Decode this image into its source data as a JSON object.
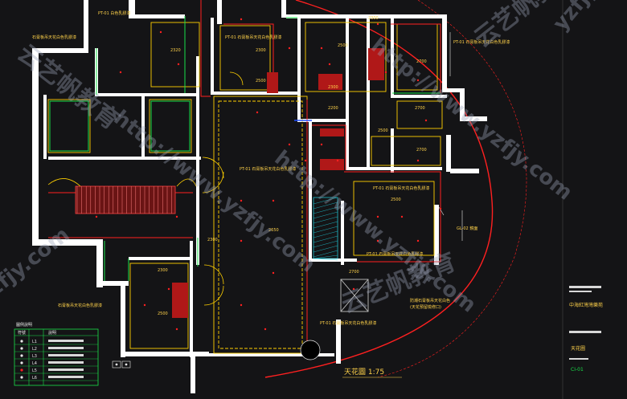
{
  "drawing": {
    "title": "天花圖 1:75",
    "scale_label": "1:75",
    "project_label": "中海紅灣灣樂苑",
    "sheet_label": "天花圖",
    "sheet_code": "CI-01"
  },
  "ceiling_heights": {
    "h1": "2320",
    "h2": "2300",
    "h3": "2500",
    "h4": "2500",
    "h5": "2700",
    "h6": "2700",
    "h7": "2300",
    "h8": "2500",
    "h9": "2700",
    "h10": "2650",
    "h11": "2500",
    "h12": "2300",
    "h13": "2300",
    "h14": "2500",
    "h15": "2700",
    "h16": "2200",
    "h17": "2300"
  },
  "annotations": {
    "a1": "PT-01 白色乳膠漆",
    "a2": "石膏板吊天花白色乳膠漆",
    "a3": "PT-01 石膏板吊天花白色乳膠漆",
    "a4": "PT-01 石膏板吊天花白色乳膠漆",
    "a5": "PT-01 石膏板吊天花白色乳膠漆",
    "a6": "PT-01 石膏板吊天花白色乳膠漆",
    "a7": "PT-01 石膏板吊天花白色乳膠漆",
    "a8": "GL-02 鏡面",
    "a9": "石膏板吊天花白色乳膠漆",
    "a10": "PT-01 石膏板吊天花白色乳膠漆",
    "a11": "防潮石膏板吊天花白色",
    "a12": "(天花預留檢修口)"
  },
  "legend": {
    "title": "圖例說明",
    "headers": [
      "符號",
      "說明"
    ],
    "rows": [
      {
        "code": "L1"
      },
      {
        "code": "L2"
      },
      {
        "code": "L3"
      },
      {
        "code": "L4"
      },
      {
        "code": "L5"
      },
      {
        "code": "L6"
      }
    ]
  },
  "watermark": {
    "url_text": "http://www.yzfjy.com",
    "brand_text": "云艺帆教育",
    "url_short": "yzfjy.com"
  },
  "colors": {
    "background": "#141416",
    "wall": "#ffffff",
    "ceiling_line": "#ffd000",
    "red_line": "#ff2020",
    "green_line": "#19e04a",
    "cyan_line": "#20d0e0",
    "blue_line": "#2050ff"
  }
}
